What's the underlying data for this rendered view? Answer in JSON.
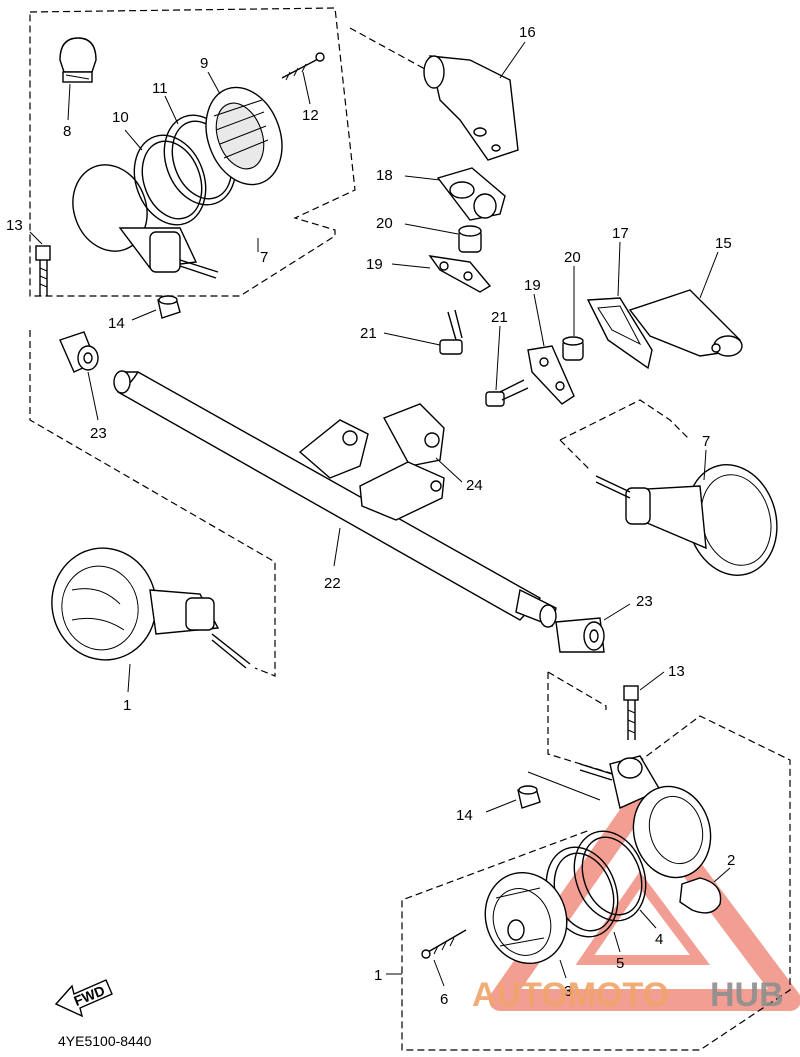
{
  "callouts": [
    {
      "id": "c1a",
      "text": "1"
    },
    {
      "id": "c1b",
      "text": "1"
    },
    {
      "id": "c2",
      "text": "2"
    },
    {
      "id": "c3",
      "text": "3"
    },
    {
      "id": "c4",
      "text": "4"
    },
    {
      "id": "c5",
      "text": "5"
    },
    {
      "id": "c6",
      "text": "6"
    },
    {
      "id": "c7a",
      "text": "7"
    },
    {
      "id": "c7b",
      "text": "7"
    },
    {
      "id": "c8",
      "text": "8"
    },
    {
      "id": "c9",
      "text": "9"
    },
    {
      "id": "c10",
      "text": "10"
    },
    {
      "id": "c11",
      "text": "11"
    },
    {
      "id": "c12",
      "text": "12"
    },
    {
      "id": "c13a",
      "text": "13"
    },
    {
      "id": "c13b",
      "text": "13"
    },
    {
      "id": "c14a",
      "text": "14"
    },
    {
      "id": "c14b",
      "text": "14"
    },
    {
      "id": "c15",
      "text": "15"
    },
    {
      "id": "c16",
      "text": "16"
    },
    {
      "id": "c17",
      "text": "17"
    },
    {
      "id": "c18",
      "text": "18"
    },
    {
      "id": "c19a",
      "text": "19"
    },
    {
      "id": "c19b",
      "text": "19"
    },
    {
      "id": "c20a",
      "text": "20"
    },
    {
      "id": "c20b",
      "text": "20"
    },
    {
      "id": "c21a",
      "text": "21"
    },
    {
      "id": "c21b",
      "text": "21"
    },
    {
      "id": "c22",
      "text": "22"
    },
    {
      "id": "c23a",
      "text": "23"
    },
    {
      "id": "c23b",
      "text": "23"
    },
    {
      "id": "c24",
      "text": "24"
    }
  ],
  "fwd_label": "FWD",
  "diagram_code": "4YE5100-8440",
  "watermark": {
    "part1": "AUTOMOTO",
    "part2": "HUB",
    "accent_color": "#e8503a",
    "text_color_1": "#f0a56a",
    "text_color_2": "#8f8f8f"
  }
}
